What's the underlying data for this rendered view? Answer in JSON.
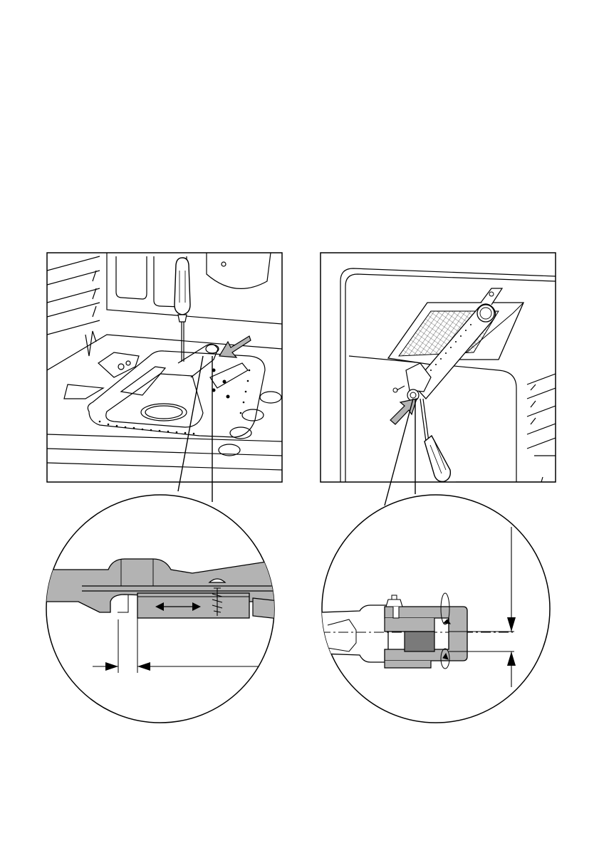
{
  "page": {
    "background": "#ffffff",
    "ink": "#000000",
    "shade": "#b3b3b3",
    "dark_shade": "#7a7a7a"
  },
  "figures": [
    {
      "id": "oven-floor-burner",
      "icons": [
        "screwdriver-icon",
        "arrow-icon",
        "burner-plate-icon"
      ]
    },
    {
      "id": "grill-burner",
      "icons": [
        "screwdriver-icon",
        "arrow-icon",
        "grill-burner-icon"
      ]
    },
    {
      "id": "detail-air-shutter",
      "icons": [
        "double-arrow-icon",
        "screw-icon",
        "dimension-arrow-icon"
      ]
    },
    {
      "id": "detail-injector-bracket",
      "icons": [
        "rotation-arrow-icon",
        "dimension-arrow-icon"
      ]
    }
  ]
}
